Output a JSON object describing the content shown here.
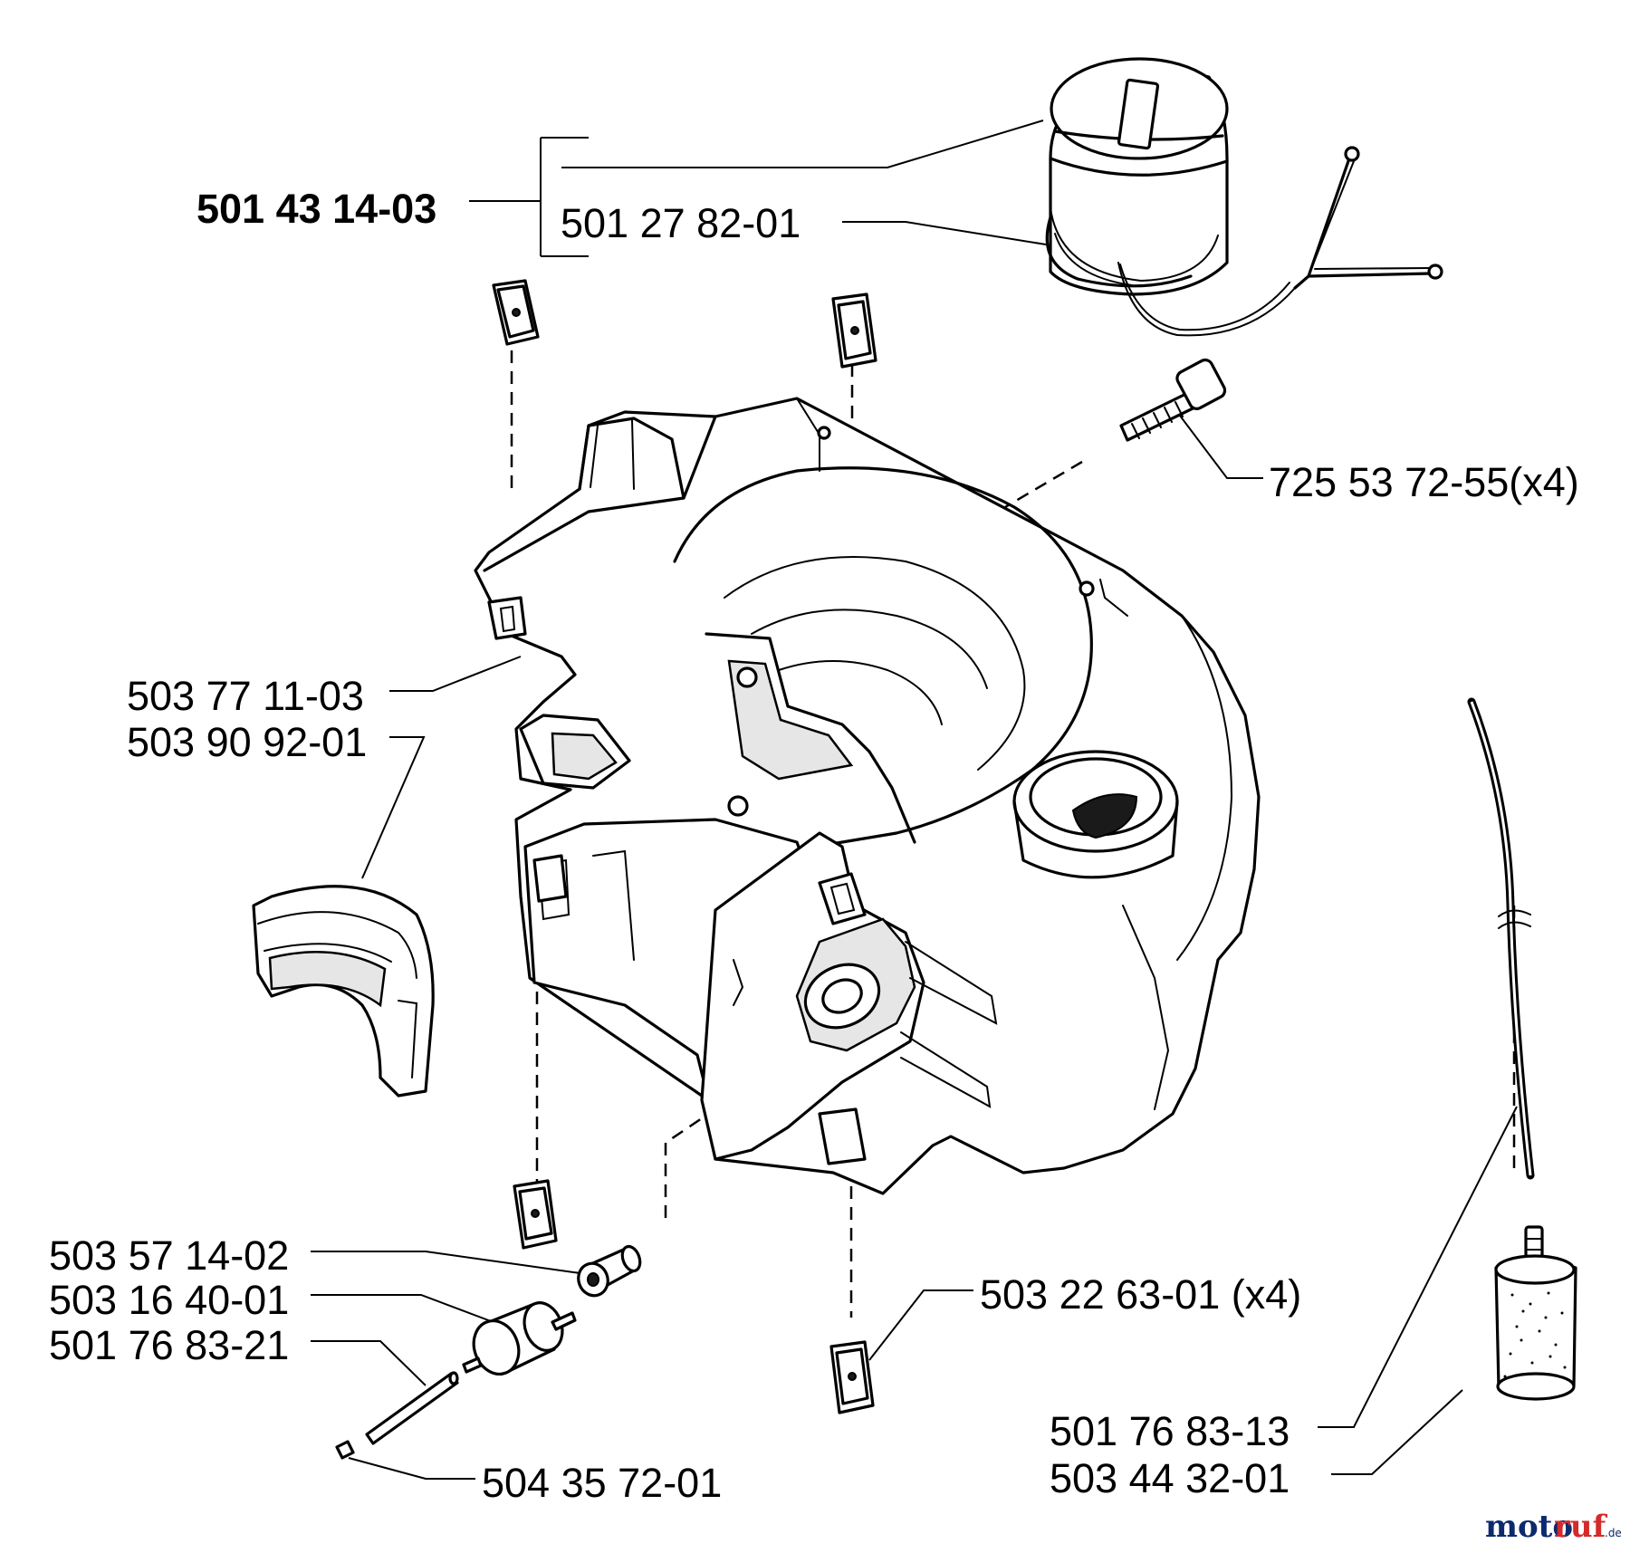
{
  "parts": {
    "tank_cap_assembly": "501 43 14-03",
    "cap_seal": "501 27 82-01",
    "screw": "725 53 72-55(x4)",
    "tank_housing": "503 77 11-03",
    "insert": "503 90 92-01",
    "grommet": "503 57 14-02",
    "fuel_filter_small": "503 16 40-01",
    "fuel_line_short": "501 76 83-21",
    "plug": "504 35 72-01",
    "vibration_clip": "503 22 63-01 (x4)",
    "fuel_line_long": "501 76 83-13",
    "fuel_filter": "503 44 32-01"
  },
  "watermark": {
    "part_a": "moto",
    "part_b": "ruf",
    "suffix": ".de"
  }
}
